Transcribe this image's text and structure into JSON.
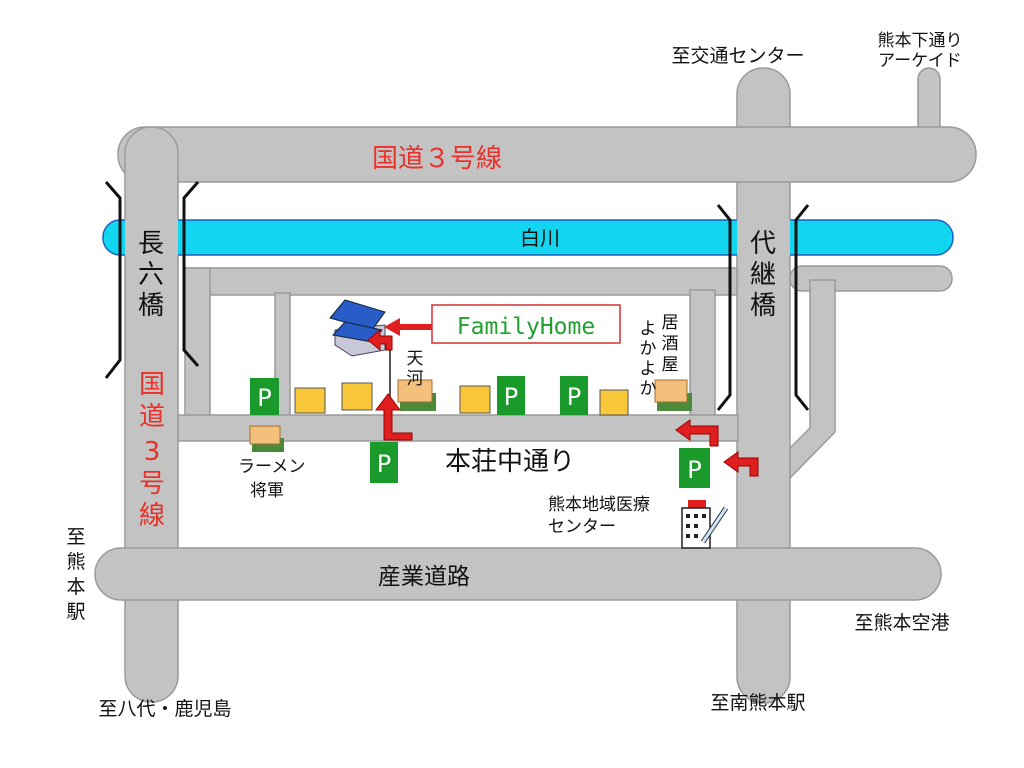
{
  "roads": {
    "route3_horizontal": "国道３号線",
    "route3_vertical": [
      "国",
      "道",
      "3",
      "号",
      "線"
    ],
    "main_street": "本荘中通り",
    "industrial_road": "産業道路"
  },
  "river": "白川",
  "bridges": {
    "left": [
      "長",
      "六",
      "橋"
    ],
    "right": [
      "代",
      "継",
      "橋"
    ]
  },
  "directions": {
    "top": "至交通センター",
    "top_right": [
      "熊本下通り",
      "アーケイド"
    ],
    "left": [
      "至",
      "熊",
      "本",
      "駅"
    ],
    "right": "至熊本空港",
    "bottom_right": "至南熊本駅",
    "bottom_left": "至八代・鹿児島"
  },
  "destination_label": "FamilyHome",
  "landmarks": {
    "tenga": [
      "天",
      "河"
    ],
    "izakaya": [
      "居",
      "酒",
      "屋"
    ],
    "yokayoka": [
      "よ",
      "か",
      "よ",
      "か"
    ],
    "ramen": [
      "ラーメン",
      "将軍"
    ],
    "medical_center": [
      "熊本地域医療",
      "センター"
    ]
  },
  "parking_label": "P",
  "colors": {
    "road": "#c3c3c3",
    "river": "#12d6f0",
    "route_label": "#e8312a",
    "parking": "#1a9a2a",
    "arrow": "#e02020",
    "destination": "#22a030"
  }
}
